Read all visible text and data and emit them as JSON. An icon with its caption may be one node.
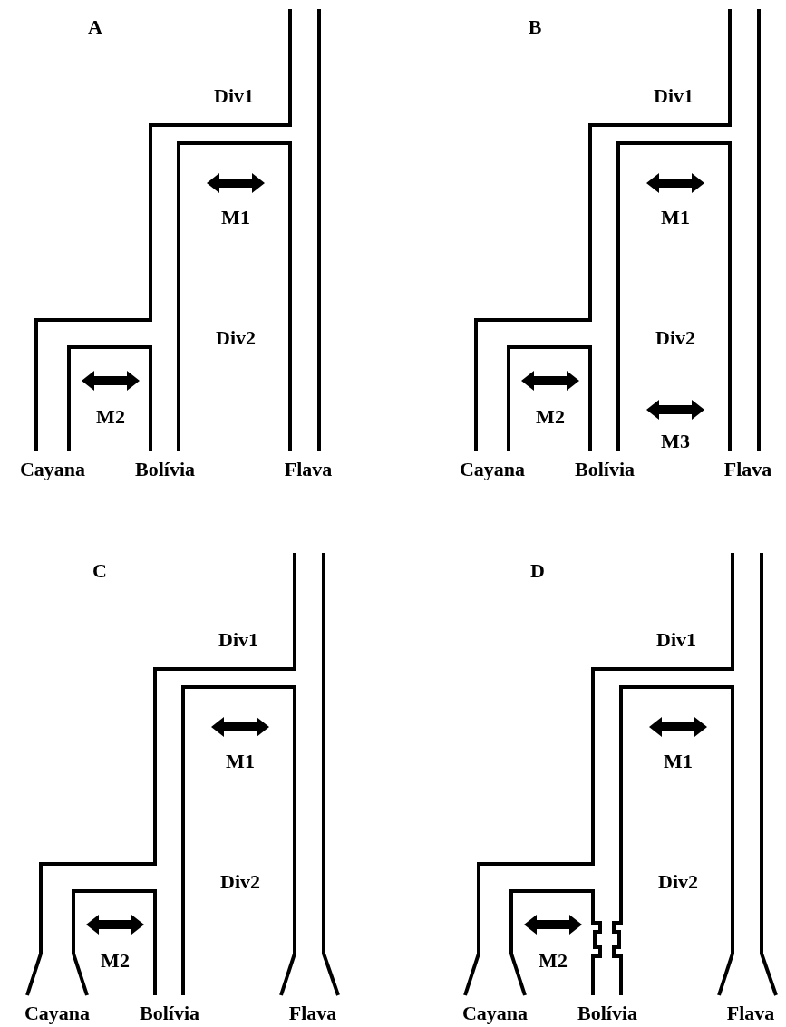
{
  "diagram": {
    "labels": [
      "A",
      "Div1",
      "M1",
      "Div2",
      "M2",
      "Cayana",
      "Bolívia",
      "Flava",
      "B",
      "Div1",
      "M1",
      "Div2",
      "M2",
      "M3",
      "Cayana",
      "Bolívia",
      "Flava",
      "C",
      "Div1",
      "M1",
      "Div2",
      "M2",
      "Cayana",
      "Bolívia",
      "Flava",
      "D",
      "Div1",
      "M1",
      "Div2",
      "M2",
      "Cayana",
      "Bolívia",
      "Flava"
    ]
  }
}
